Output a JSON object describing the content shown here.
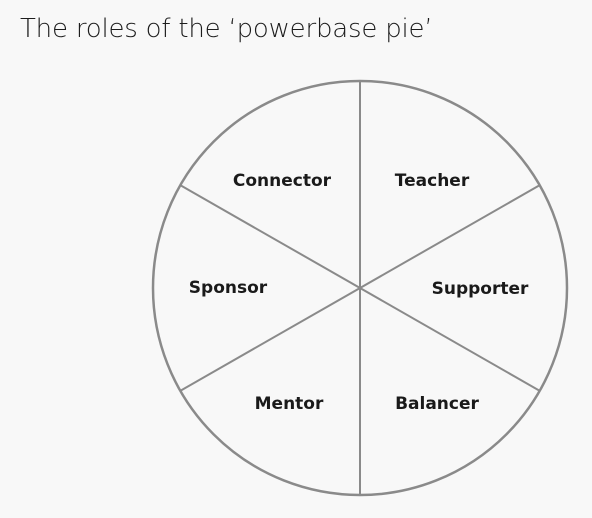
{
  "title": "The roles of the ‘powerbase pie’",
  "segments": [
    {
      "label": "Teacher"
    },
    {
      "label": "Supporter"
    },
    {
      "label": "Balancer"
    },
    {
      "label": "Mentor"
    },
    {
      "label": "Sponsor"
    },
    {
      "label": "Connector"
    }
  ],
  "colors": {
    "outline": "#8a8a8a",
    "background": "#f8f8f8",
    "text": "#1a1a1a"
  }
}
